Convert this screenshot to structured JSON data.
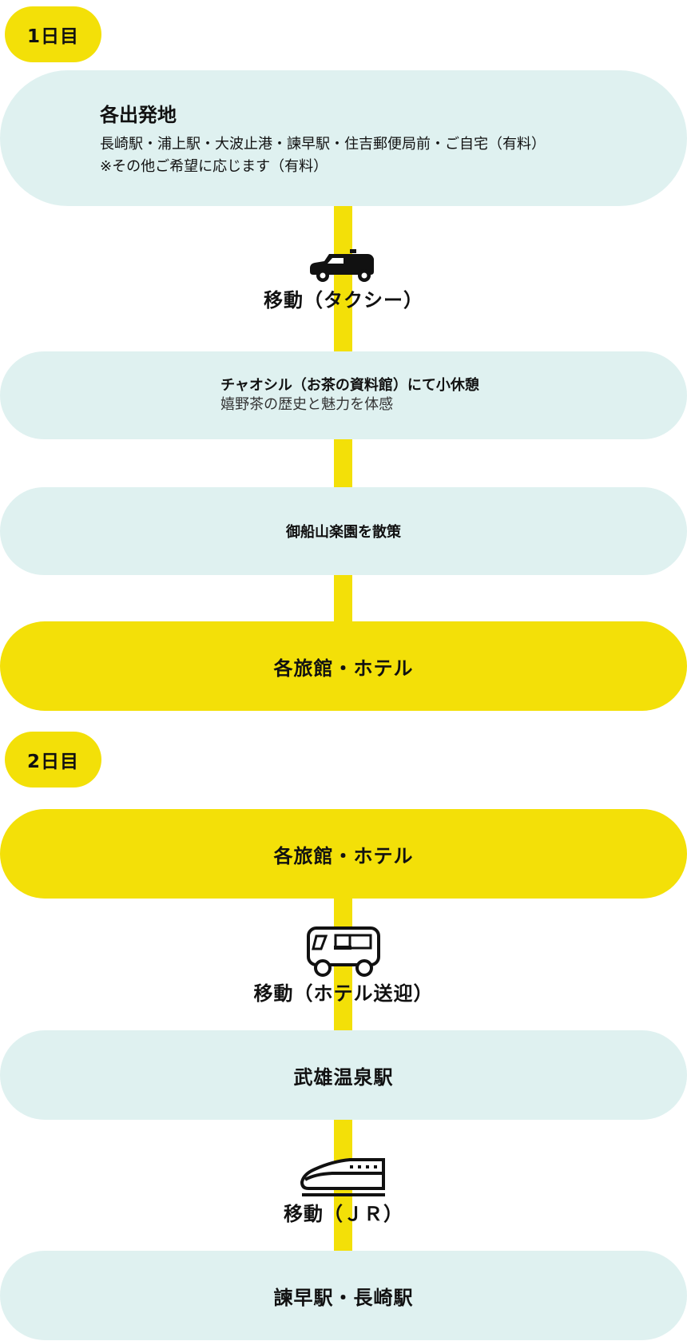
{
  "day1": {
    "label": "1日目",
    "start": {
      "title": "各出発地",
      "line1": "長崎駅・浦上駅・大波止港・諫早駅・住吉郵便局前・ご自宅（有料）",
      "line2": "※その他ご希望に応じます（有料）"
    },
    "move_taxi": {
      "label": "移動（タクシー）",
      "icon": "taxi-icon"
    },
    "stop1": {
      "title": "チャオシル（お茶の資料館）にて小休憩",
      "desc": "嬉野茶の歴史と魅力を体感"
    },
    "stop2": {
      "title": "御船山楽園を散策"
    },
    "hotel": {
      "title": "各旅館・ホテル"
    }
  },
  "day2": {
    "label": "2日目",
    "hotel": {
      "title": "各旅館・ホテル"
    },
    "move_bus": {
      "label": "移動（ホテル送迎）",
      "icon": "bus-icon"
    },
    "station": {
      "title": "武雄温泉駅"
    },
    "move_train": {
      "label": "移動（ＪＲ）",
      "icon": "train-icon"
    },
    "end": {
      "title": "諫早駅・長崎駅"
    }
  },
  "colors": {
    "accent": "#F3E008",
    "pill_light": "#DFF1F0",
    "text": "#111111"
  }
}
